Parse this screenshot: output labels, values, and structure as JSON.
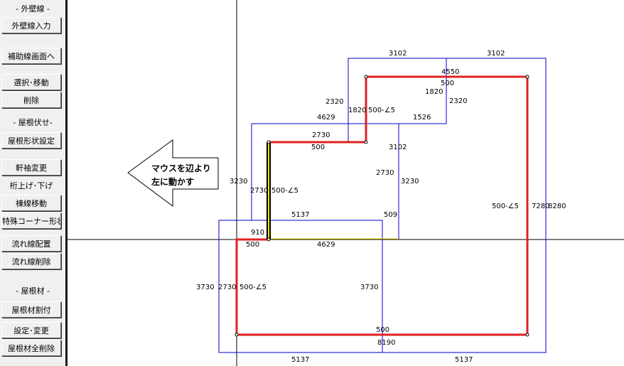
{
  "sidebar": {
    "section_outer_wall": "- 外壁線 -",
    "btn_outer_wall_input": "外壁線入力",
    "btn_aux_line_screen": "補助線画面へ",
    "btn_select_move": "選択･移動",
    "btn_delete": "削除",
    "section_roof_outline": "- 屋根伏せ-",
    "btn_roof_shape": "屋根形状設定",
    "btn_eave_change": "軒袖変更",
    "btn_raise_lower": "桁上げ･下げ",
    "btn_ridge_move": "棟線移動",
    "btn_special_corner": "特殊コーナー形状",
    "btn_flow_place": "流れ線配置",
    "btn_flow_delete": "流れ線削除",
    "section_roof_material": "- 屋根材 -",
    "btn_material_split": "屋根材割付",
    "btn_settings": "設定･変更",
    "btn_material_delete_all": "屋根材全削除"
  },
  "hint": {
    "line1": "マウスを辺より",
    "line2": "左に動かす"
  },
  "dims": {
    "d3102_left": "3102",
    "d3102_right": "3102",
    "d4550": "4550",
    "d500_top": "500",
    "d1820_right": "1820",
    "d2320_left": "2320",
    "d2320_right": "2320",
    "d1820_mid": "1820",
    "slope_top": "500-∠5",
    "d4629_top": "4629",
    "d1526": "1526",
    "d2730_top": "2730",
    "d500_mid": "500",
    "d3102_mid": "3102",
    "d2730_mid": "2730",
    "d3230_left": "3230",
    "d2730_left": "2730",
    "slope_left": "500-∠5",
    "d3230_mid": "3230",
    "slope_right": "500-∠5",
    "d7280": "7280",
    "d8280": "8280",
    "d5137_mid": "5137",
    "d509": "509",
    "d910": "910",
    "d500_low": "500",
    "d4629_low": "4629",
    "d3730_left": "3730",
    "d2730_low": "2730",
    "slope_low": "500-∠5",
    "d3730_mid": "3730",
    "d500_bottom": "500",
    "d8190": "8190",
    "d5137_bl": "5137",
    "d5137_br": "5137"
  },
  "colors": {
    "eave_line": "#0000cc",
    "wall_line": "#e02020",
    "selected_edge": "#f2e600",
    "axis": "#000000"
  }
}
